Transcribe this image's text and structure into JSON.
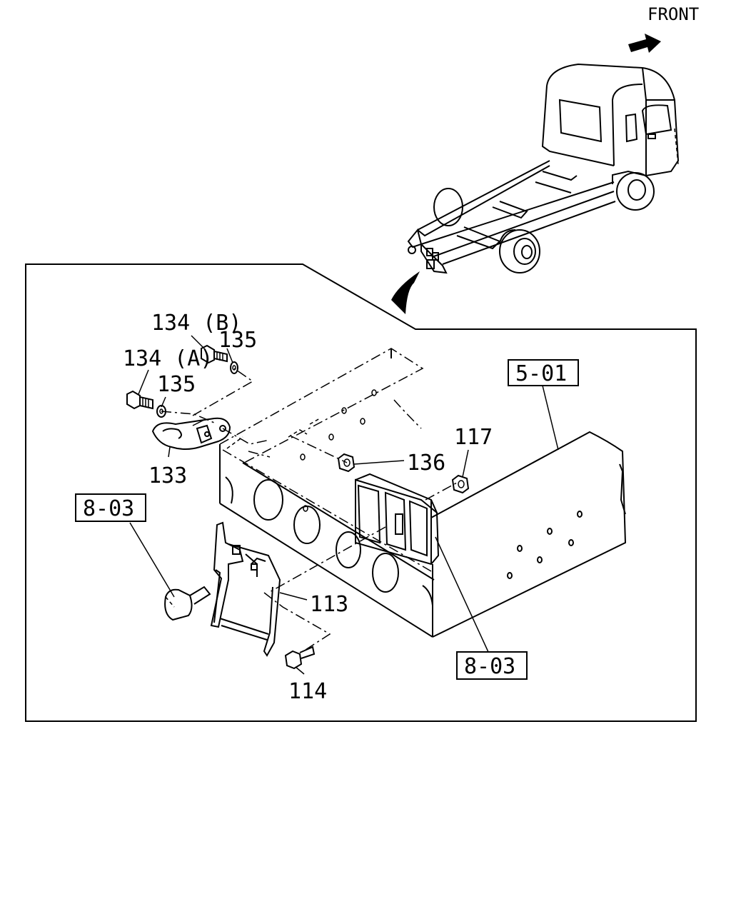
{
  "direction_label": "FRONT",
  "callouts": {
    "c134b": "134 (B)",
    "c135a": "135",
    "c134a": "134 (A)",
    "c135b": "135",
    "c133": "133",
    "c117": "117",
    "c136": "136",
    "c113": "113",
    "c114": "114"
  },
  "reference_boxes": {
    "ref_501": "5-01",
    "ref_803_left": "8-03",
    "ref_803_right": "8-03"
  },
  "icons": {
    "front_arrow": "arrow-icon",
    "pointer_arrow": "curved-arrow-icon"
  }
}
